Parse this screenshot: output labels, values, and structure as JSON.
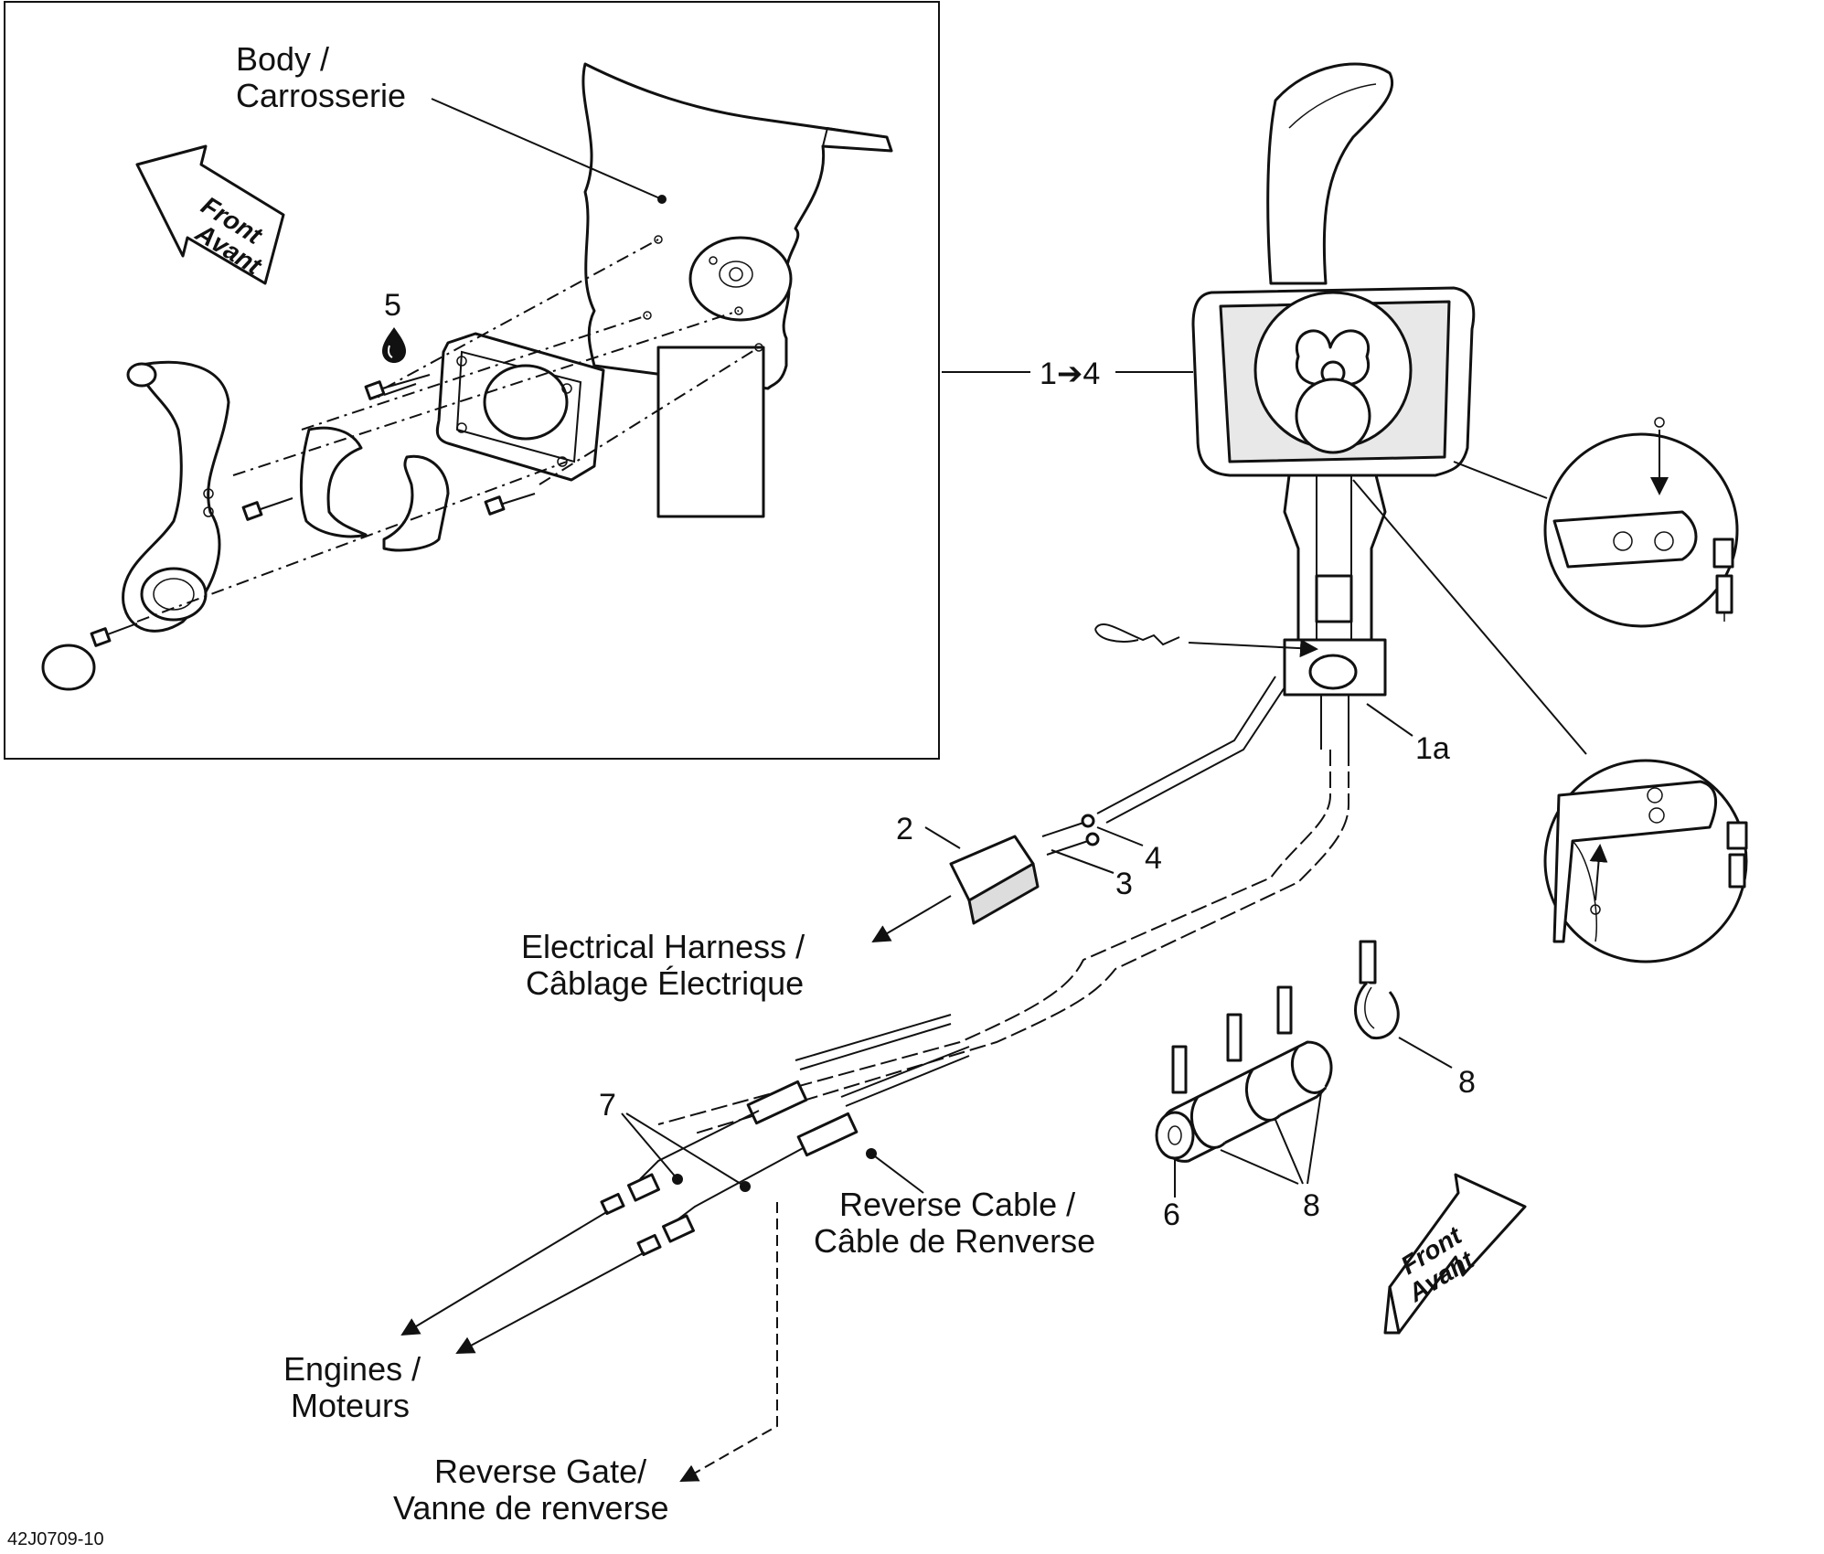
{
  "labels": {
    "body": [
      "Body /",
      "Carrosserie"
    ],
    "front_avant_left": [
      "Front",
      "Avant"
    ],
    "front_avant_right": [
      "Front",
      "Avant"
    ],
    "item_5": "5",
    "item_1_4": "1➔4",
    "item_1a": "1a",
    "item_2": "2",
    "item_3": "3",
    "item_4": "4",
    "electrical_harness": [
      "Electrical  Harness /",
      "Câblage Électrique"
    ],
    "item_7": "7",
    "reverse_cable": [
      "Reverse Cable /",
      "Câble de Renverse"
    ],
    "item_6": "6",
    "item_8_upper": "8",
    "item_8_lower": "8",
    "engines": [
      "Engines /",
      "Moteurs"
    ],
    "reverse_gate": [
      "Reverse Gate/",
      "Vanne de renverse"
    ],
    "figure_code": "42J0709-10"
  },
  "icons": {
    "oil_drop": "oil-drop-icon",
    "front_arrow": "front-arrow-icon"
  }
}
